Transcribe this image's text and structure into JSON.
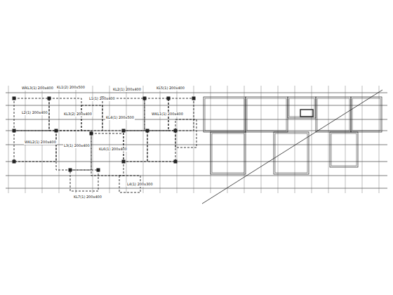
{
  "diagram": {
    "labels": [
      "WKL3(1) 200x400",
      "KL1(2) 200x500",
      "L1(1) 200x400",
      "KL2(1) 200x400",
      "KL5(1) 200x400",
      "L2(1) 200x400",
      "KL3(2) 200x400",
      "KL4(1) 200x500",
      "WKL1(1) 200x400",
      "WKL2(1) 200x400",
      "L3(1) 200x400",
      "KL6(1) 200x400",
      "L4(1) 200x300",
      "KL7(1) 200x400"
    ]
  }
}
